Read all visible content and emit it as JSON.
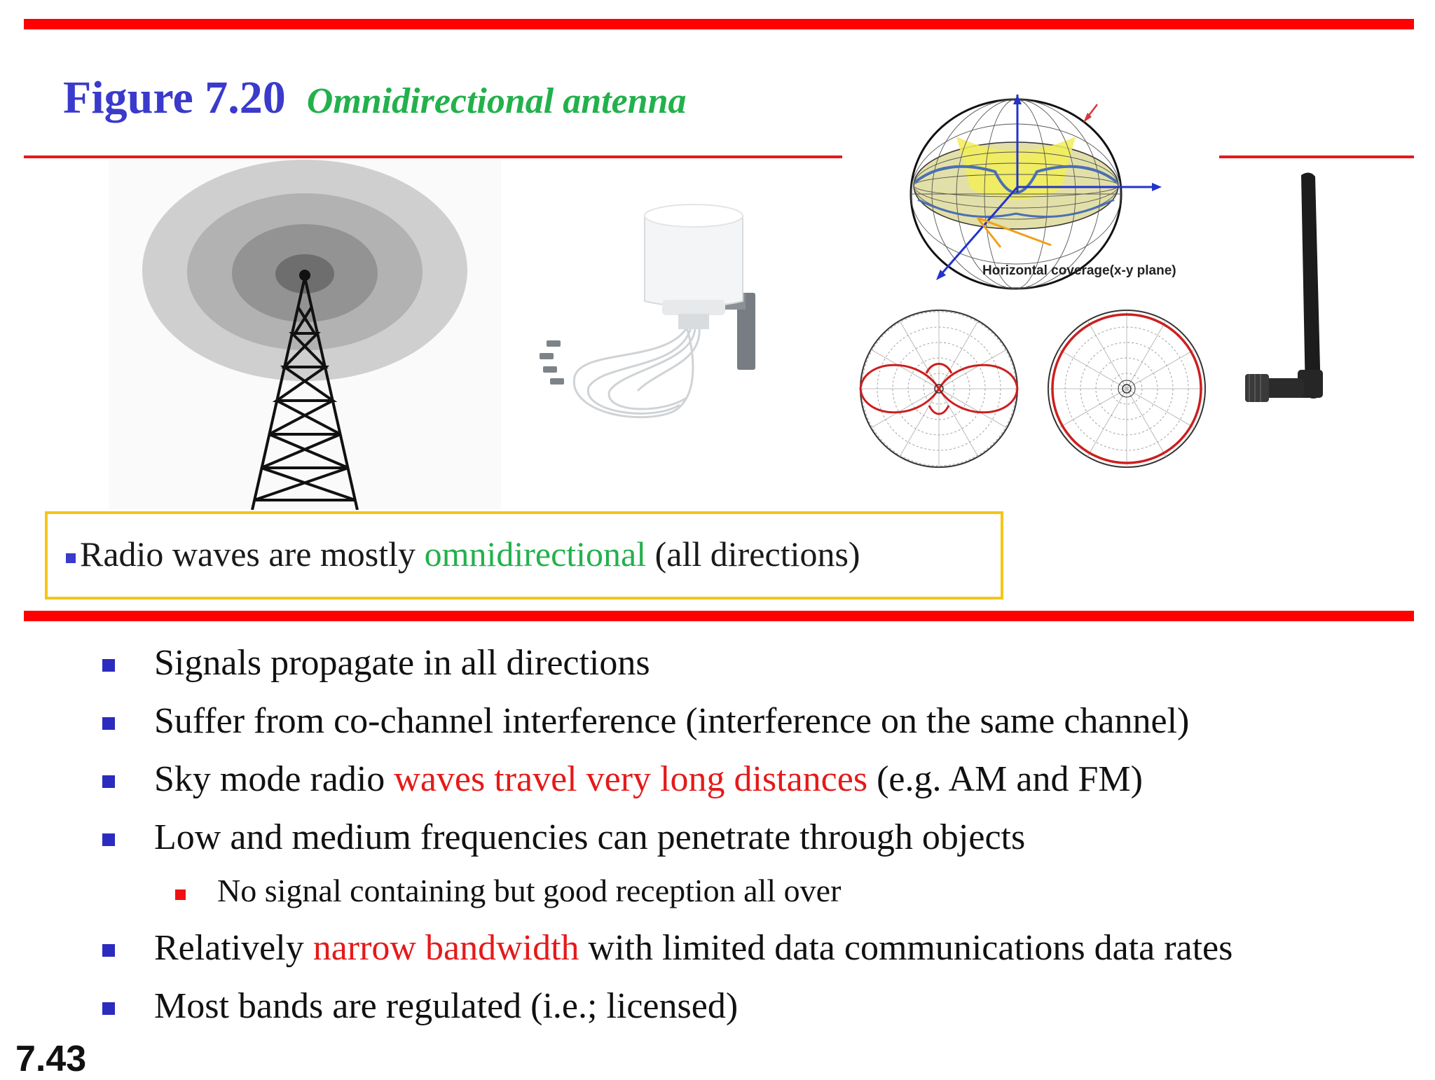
{
  "slide": {
    "figure_number": "Figure 7.20",
    "figure_caption": "Omnidirectional antenna",
    "page_number": "7.43"
  },
  "images": {
    "coverage_label": "Horizontal coverage(x-y plane)"
  },
  "callout": {
    "before": "Radio waves are mostly ",
    "highlight": "omnidirectional",
    "after": " (all directions)"
  },
  "bullets": [
    {
      "text": "Signals propagate in all directions"
    },
    {
      "text": "Suffer from co-channel interference (interference on the same channel)"
    },
    {
      "before": "Sky mode radio ",
      "highlight": "waves travel very long distances",
      "after": " (e.g. AM and FM)"
    },
    {
      "text": "Low and medium frequencies can penetrate through objects"
    },
    {
      "text": "No signal containing but good reception all over",
      "level": 2
    },
    {
      "before": "Relatively ",
      "highlight": "narrow bandwidth",
      "after": " with limited data communications data rates"
    },
    {
      "text": "Most bands are regulated (i.e.; licensed)"
    }
  ],
  "colors": {
    "rule_red": "#ff0000",
    "title_blue": "#3a3acc",
    "caption_green": "#22b14c",
    "highlight_red": "#e51a1a",
    "callout_border": "#f5c518"
  }
}
